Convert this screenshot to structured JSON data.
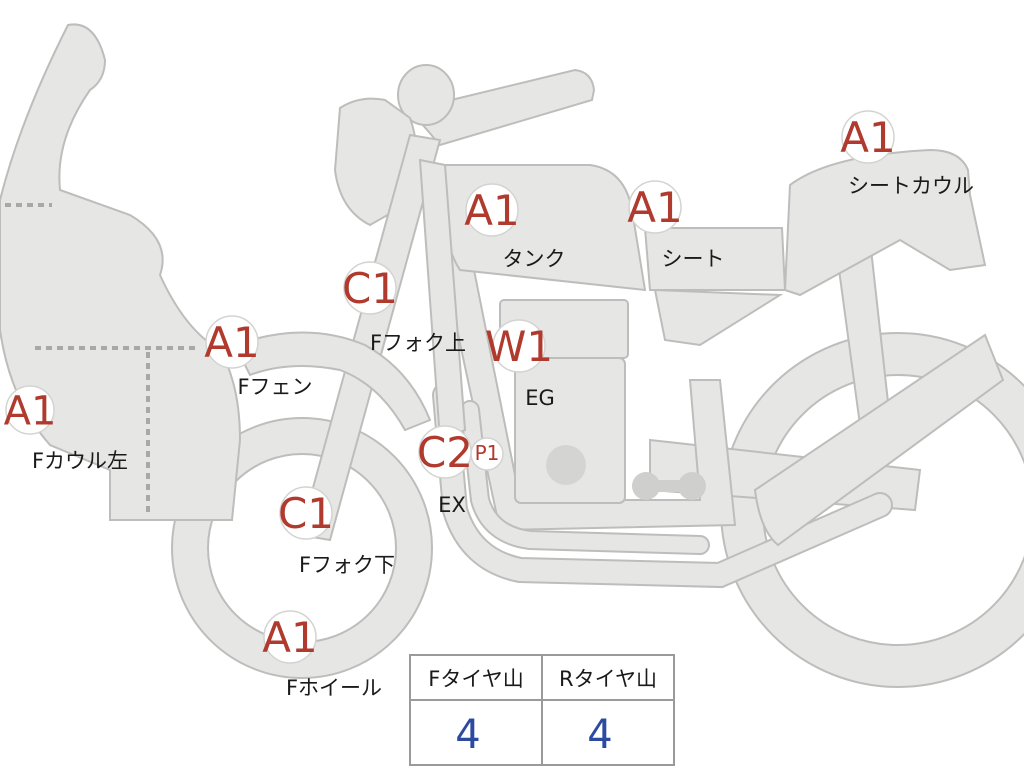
{
  "parts": [
    {
      "id": "f-cowl-left",
      "grade": "A1",
      "label": "Fカウル左"
    },
    {
      "id": "f-fender",
      "grade": "A1",
      "label": "Fフェン"
    },
    {
      "id": "f-fork-upper",
      "grade": "C1",
      "label": "Fフォク上"
    },
    {
      "id": "f-fork-lower",
      "grade": "C1",
      "label": "Fフォク下"
    },
    {
      "id": "f-wheel",
      "grade": "A1",
      "label": "Fホイール"
    },
    {
      "id": "tank",
      "grade": "A1",
      "label": "タンク"
    },
    {
      "id": "engine",
      "grade": "W1",
      "label": "EG"
    },
    {
      "id": "exhaust",
      "grade": "C2",
      "extra": "P1",
      "label": "EX"
    },
    {
      "id": "seat",
      "grade": "A1",
      "label": "シート"
    },
    {
      "id": "seat-cowl",
      "grade": "A1",
      "label": "シートカウル"
    }
  ],
  "tire_table": {
    "headers": [
      "Fタイヤ山",
      "Rタイヤ山"
    ],
    "values": [
      "4",
      "4"
    ]
  },
  "colors": {
    "grade": "#b03a2e",
    "value": "#2b4aa0",
    "part_fill": "#e6e6e4",
    "part_stroke": "#bdbdbb"
  }
}
